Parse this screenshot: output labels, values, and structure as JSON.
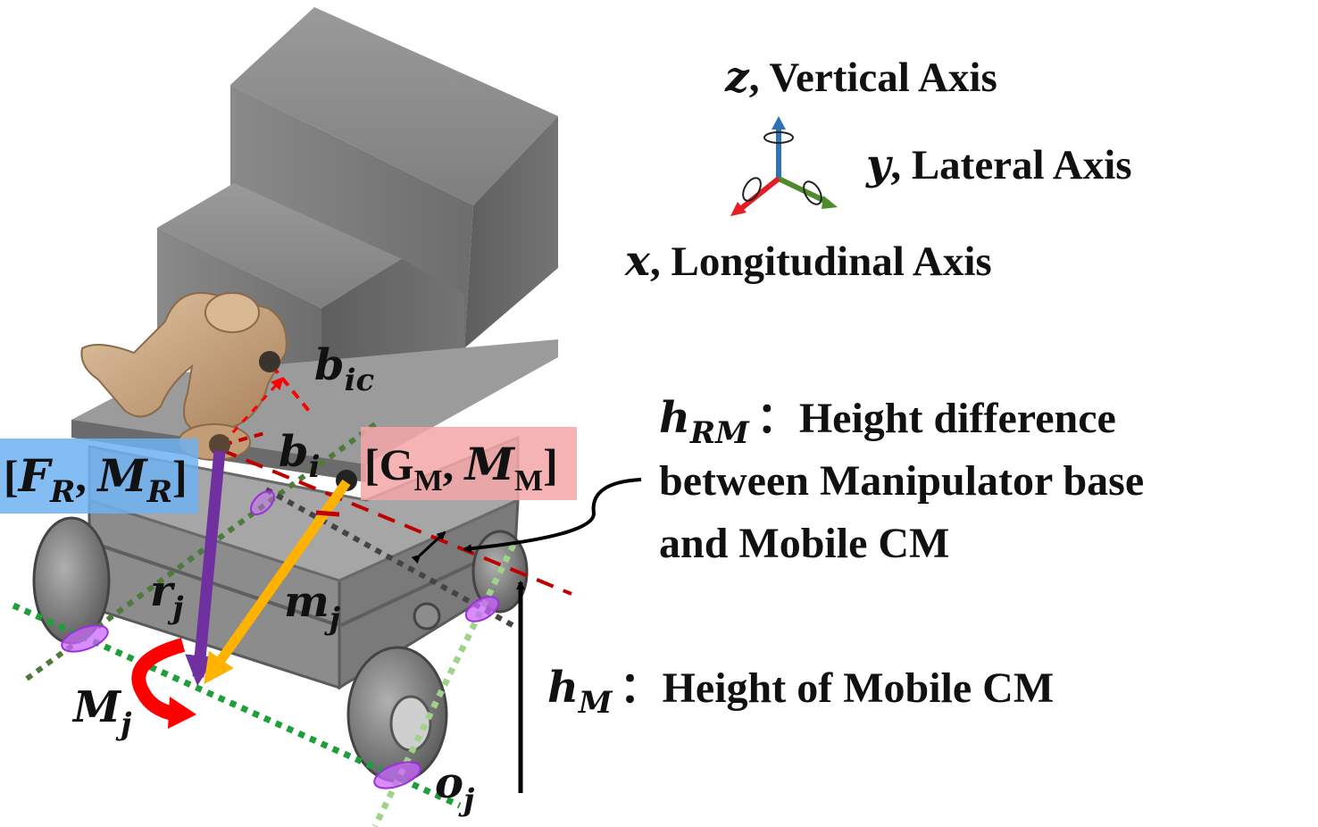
{
  "axes": {
    "z": {
      "symbol": "z",
      "label": ", Vertical Axis",
      "color": "#2e74b5"
    },
    "y": {
      "symbol": "y",
      "label": ", Lateral Axis",
      "color": "#4e8b2b"
    },
    "x": {
      "symbol": "x",
      "label": ", Longitudinal Axis",
      "color": "#e31e24"
    }
  },
  "symbols": {
    "b_ic": {
      "base": "b",
      "sub": "ic"
    },
    "b_i": {
      "base": "b",
      "sub": "i"
    },
    "r_j": {
      "base": "r",
      "sub": "j"
    },
    "m_j": {
      "base": "m",
      "sub": "j"
    },
    "M_j": {
      "base": "M",
      "sub": "j"
    },
    "o_j": {
      "base": "o",
      "sub": "j"
    }
  },
  "boxes": {
    "fr_mr": {
      "open": "[",
      "F": "F",
      "F_sub": "R",
      "sep": ", ",
      "M": "M",
      "M_sub": "R",
      "close": "]",
      "color": "#6fb2f2"
    },
    "gm_mm": {
      "open": "[",
      "G": "G",
      "G_sub": "M",
      "sep": ", ",
      "M": "M",
      "M_sub": "M",
      "close": "]",
      "color": "#f4a6a6"
    }
  },
  "annotations": {
    "h_rm": {
      "base": "h",
      "sub": "RM",
      "colon": "：",
      "line1": "Height difference",
      "line2": "between Manipulator base",
      "line3": "and Mobile CM"
    },
    "h_m": {
      "base": "h",
      "sub": "M",
      "colon": "：",
      "text": "Height of Mobile CM"
    }
  },
  "colors": {
    "vector_r": "#7030a0",
    "vector_m": "#ffb300",
    "moment": "#ff0000",
    "red_dash": "#c00000",
    "green_dots": "#1f9f3a",
    "contact": "#cc66ff",
    "robot_body": "#7a7a7a",
    "arm": "#c9a27a"
  }
}
